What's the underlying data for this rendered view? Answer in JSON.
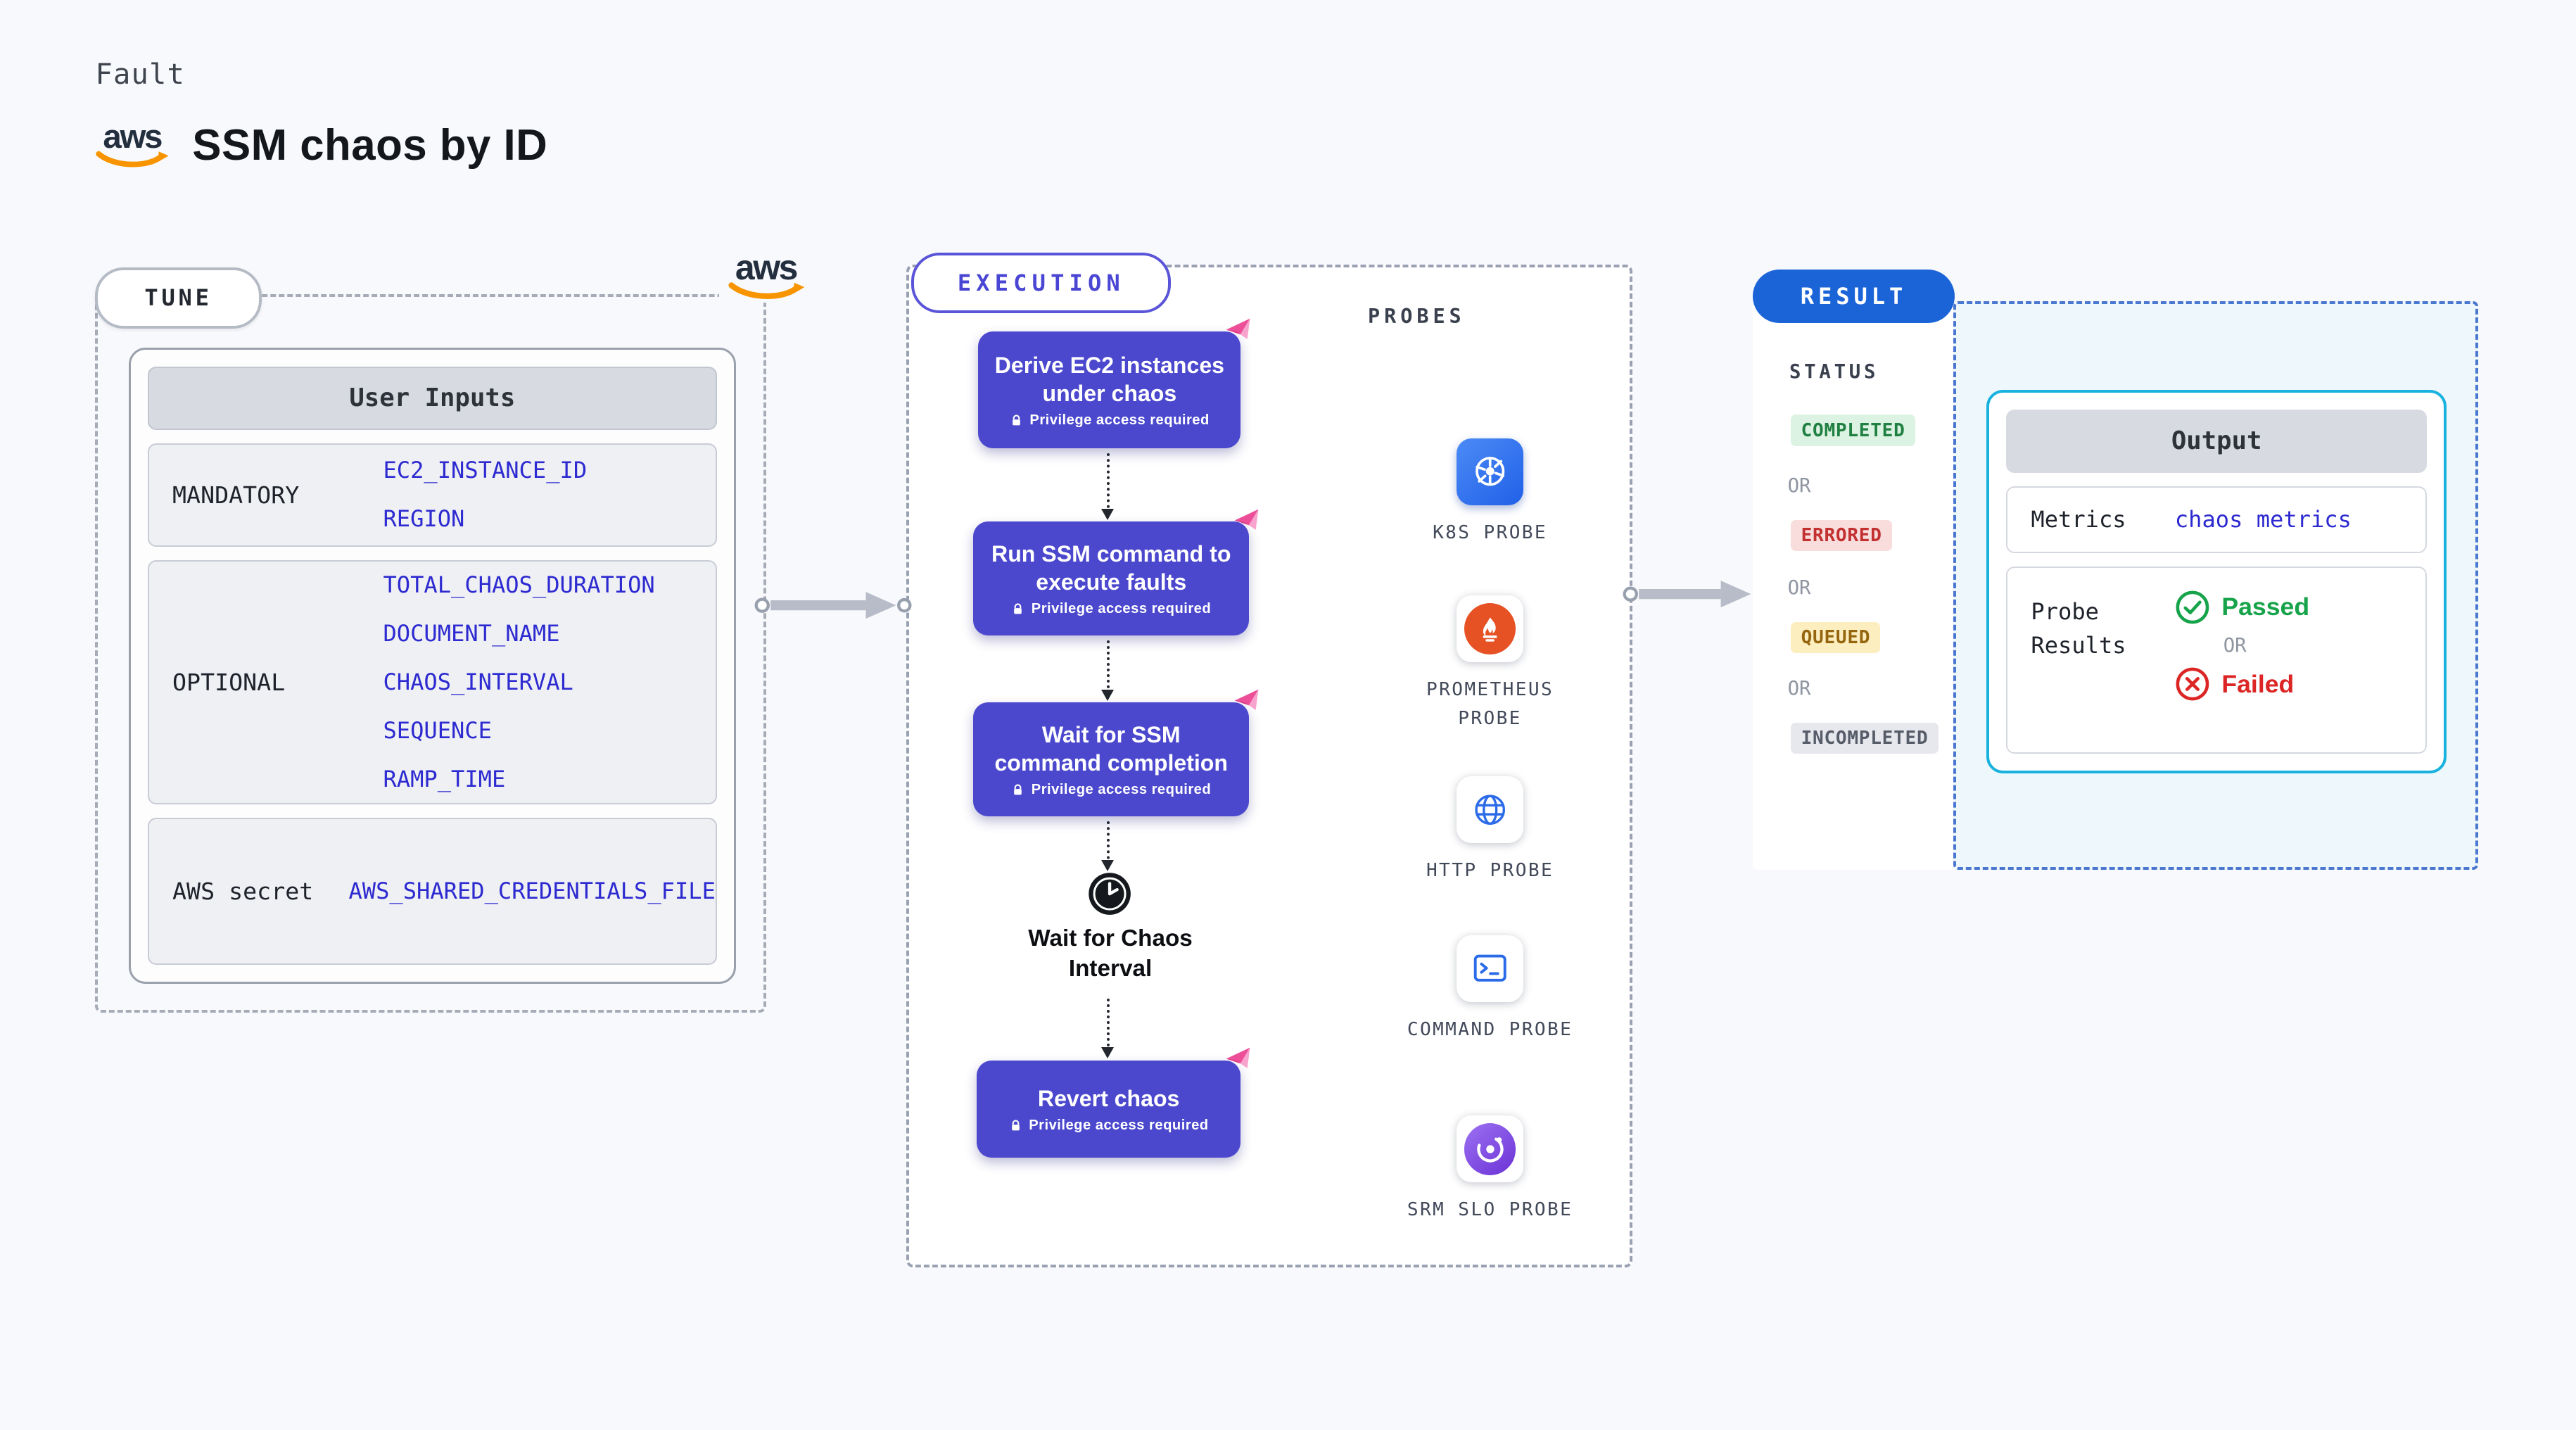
{
  "header": {
    "kind": "Fault",
    "title": "SSM chaos by ID",
    "logo": "aws"
  },
  "tune": {
    "pill": "TUNE",
    "table": {
      "header": "User Inputs",
      "rows": [
        {
          "label": "MANDATORY",
          "values": [
            "EC2_INSTANCE_ID",
            "REGION"
          ]
        },
        {
          "label": "OPTIONAL",
          "values": [
            "TOTAL_CHAOS_DURATION",
            "DOCUMENT_NAME",
            "CHAOS_INTERVAL",
            "SEQUENCE",
            "RAMP_TIME"
          ]
        },
        {
          "label": "AWS secret",
          "values": [
            "AWS_SHARED_CREDENTIALS_FILE"
          ]
        }
      ]
    }
  },
  "execution": {
    "pill": "EXECUTION",
    "steps": [
      {
        "label": "Derive EC2 instances under chaos",
        "badge": "Privilege access required"
      },
      {
        "label": "Run SSM command to execute faults",
        "badge": "Privilege access required"
      },
      {
        "label": "Wait for SSM command completion",
        "badge": "Privilege access required"
      },
      {
        "label": "Revert chaos",
        "badge": "Privilege access required"
      }
    ],
    "wait": "Wait for Chaos Interval"
  },
  "probes": {
    "title": "PROBES",
    "items": [
      {
        "label": "K8S PROBE",
        "icon": "kubernetes-icon"
      },
      {
        "label": "PROMETHEUS PROBE",
        "icon": "prometheus-icon"
      },
      {
        "label": "HTTP PROBE",
        "icon": "globe-icon"
      },
      {
        "label": "COMMAND PROBE",
        "icon": "terminal-icon"
      },
      {
        "label": "SRM SLO PROBE",
        "icon": "srm-slo-icon"
      }
    ]
  },
  "result": {
    "pill": "RESULT",
    "status": {
      "title": "STATUS",
      "separator": "OR",
      "badges": [
        {
          "label": "COMPLETED",
          "kind": "success"
        },
        {
          "label": "ERRORED",
          "kind": "error"
        },
        {
          "label": "QUEUED",
          "kind": "warning"
        },
        {
          "label": "INCOMPLETED",
          "kind": "neutral"
        }
      ]
    },
    "output": {
      "header": "Output",
      "metrics_label": "Metrics",
      "metrics_value": "chaos metrics",
      "probe_results_label": "Probe Results",
      "passed": "Passed",
      "or": "OR",
      "failed": "Failed"
    }
  },
  "colors": {
    "accent_indigo": "#4b48ce",
    "accent_blue": "#1b64d8",
    "code_blue": "#2c2ad0",
    "output_border": "#19b2de",
    "success": "#16a34a",
    "error": "#dc2626",
    "warning": "#96660f",
    "aws_orange": "#f79400",
    "exec_panel": "#e7e7fb"
  }
}
